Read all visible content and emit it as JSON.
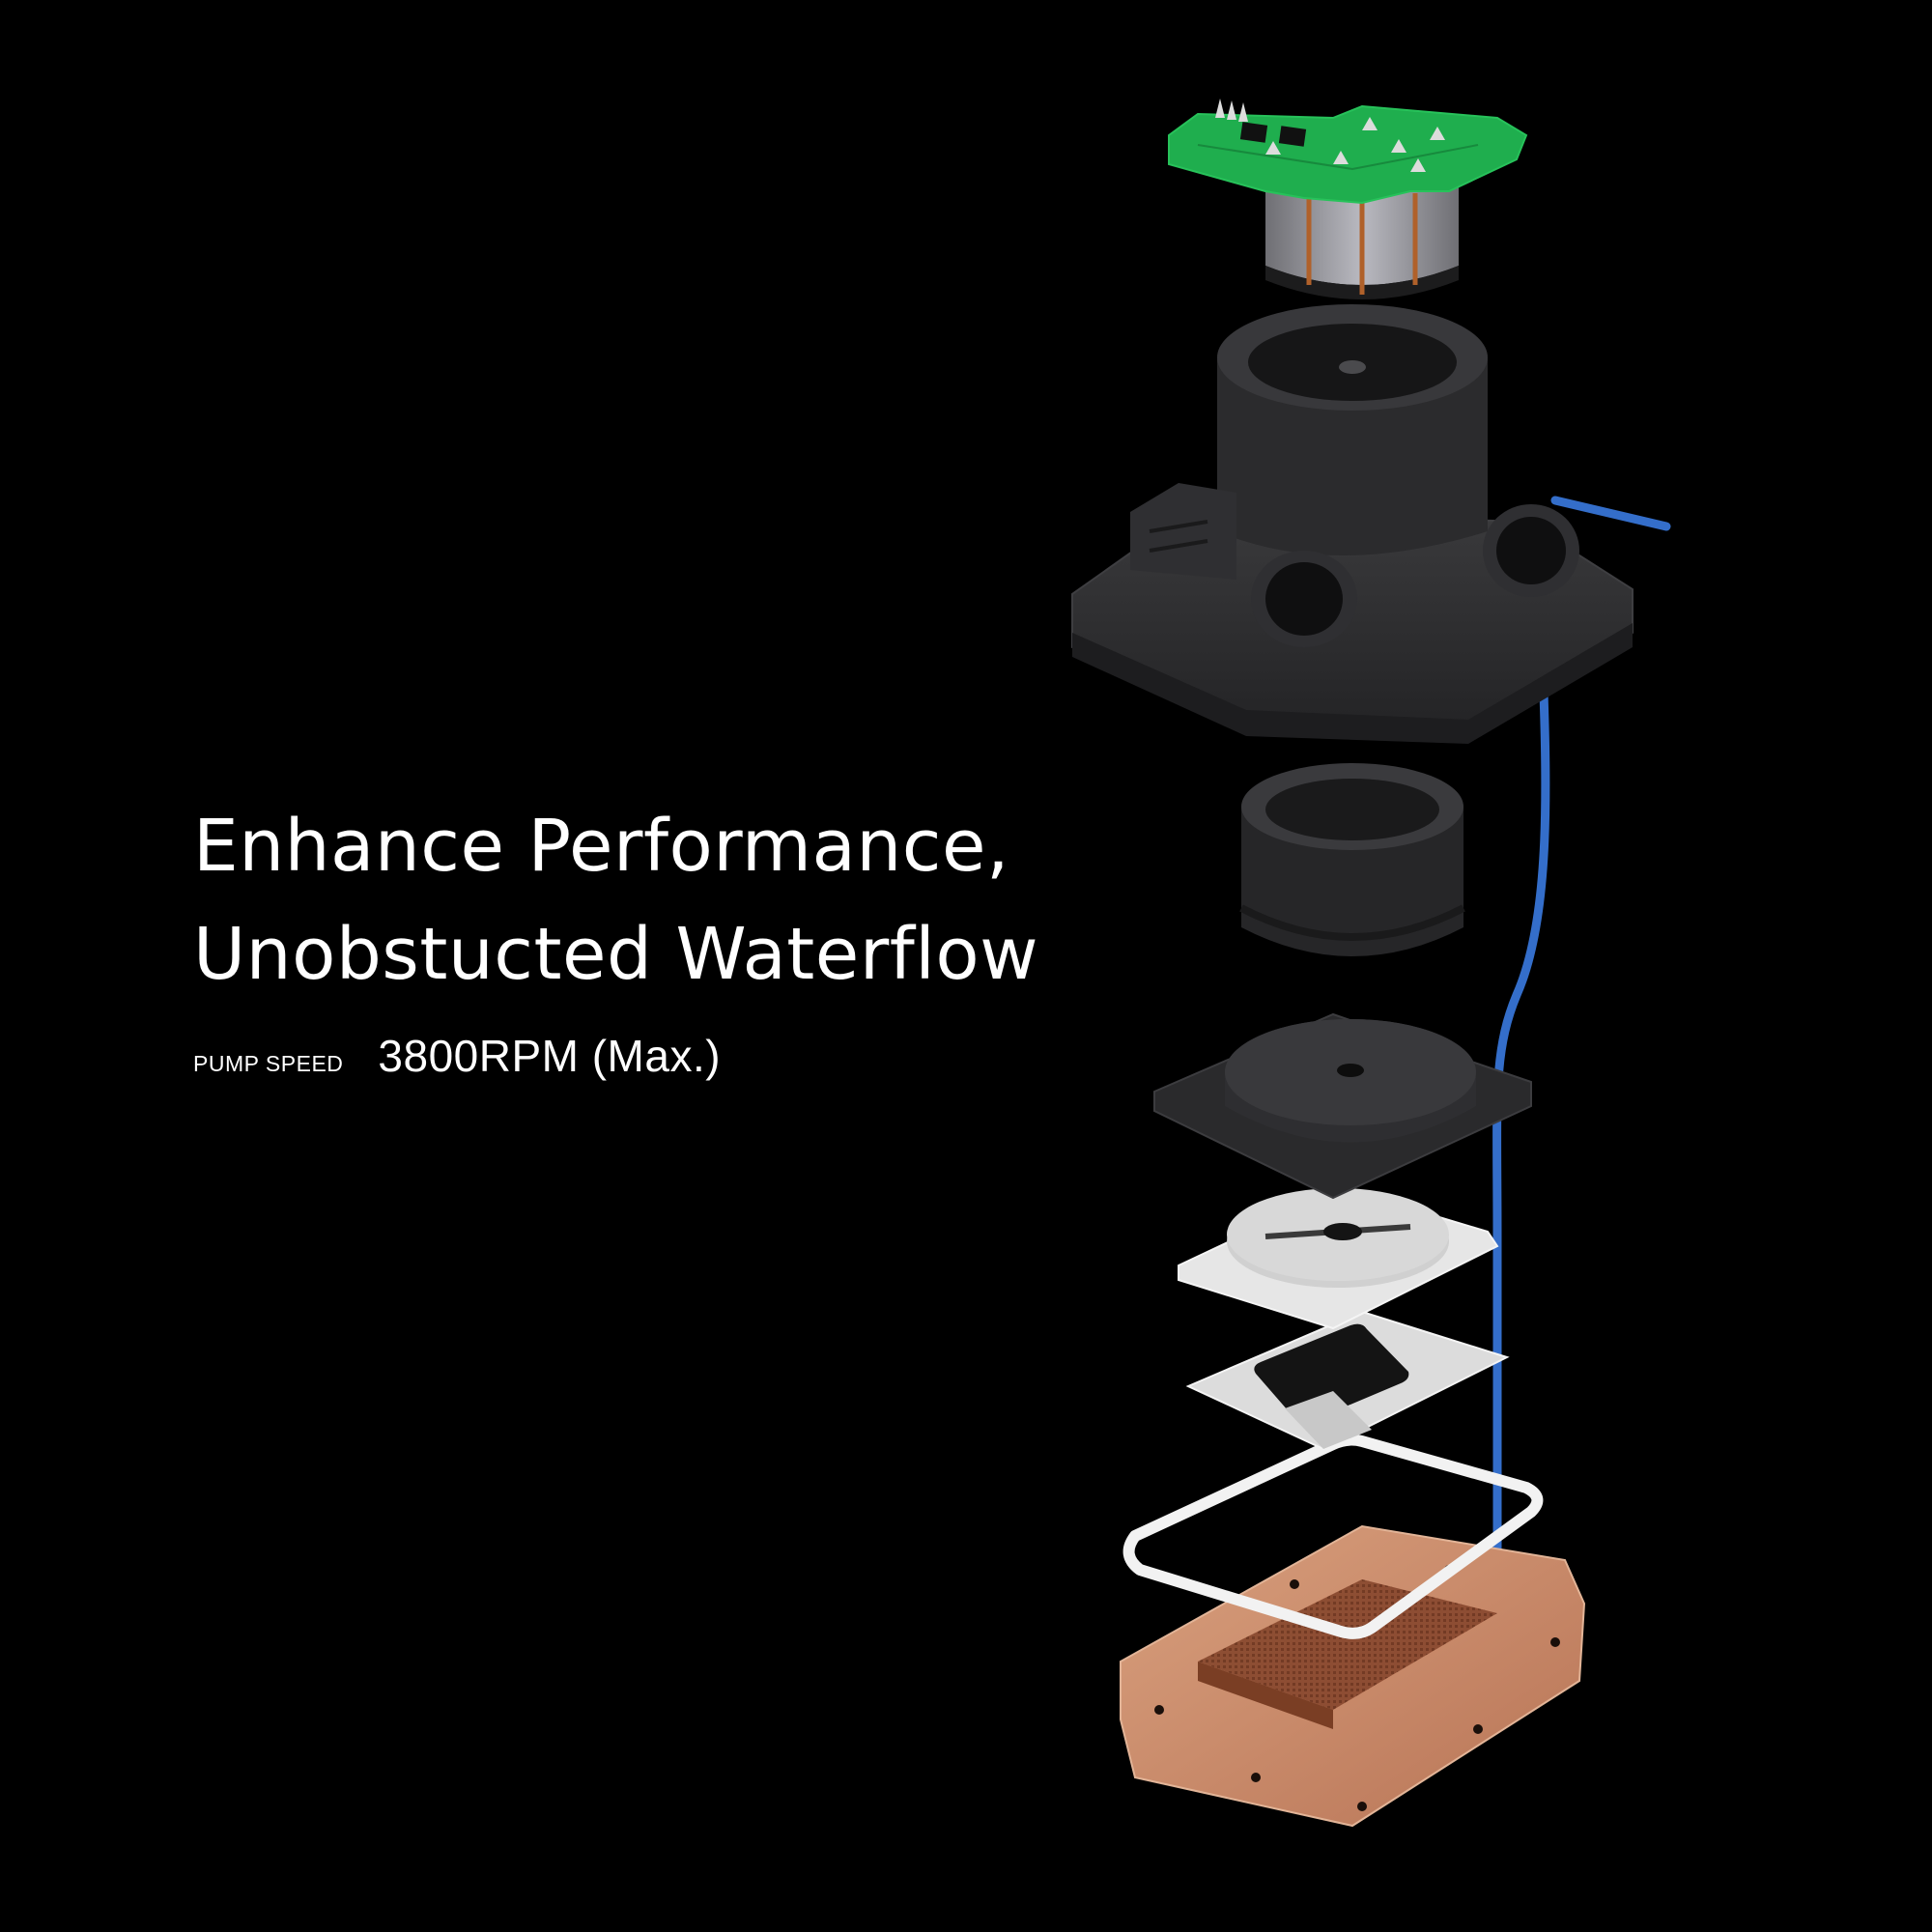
{
  "headline": {
    "line1": "Enhance Performance,",
    "line2": "Unobstucted Waterflow"
  },
  "spec": {
    "label": "PUMP SPEED",
    "value": "3800RPM (Max.)"
  },
  "colors": {
    "background": "#000000",
    "text": "#ffffff",
    "pcb": "#1fae4e",
    "housing": "#2c2c2e",
    "copper": "#c98a68",
    "flow_hot": "#e040c8",
    "flow_cold": "#3a7ae0"
  }
}
